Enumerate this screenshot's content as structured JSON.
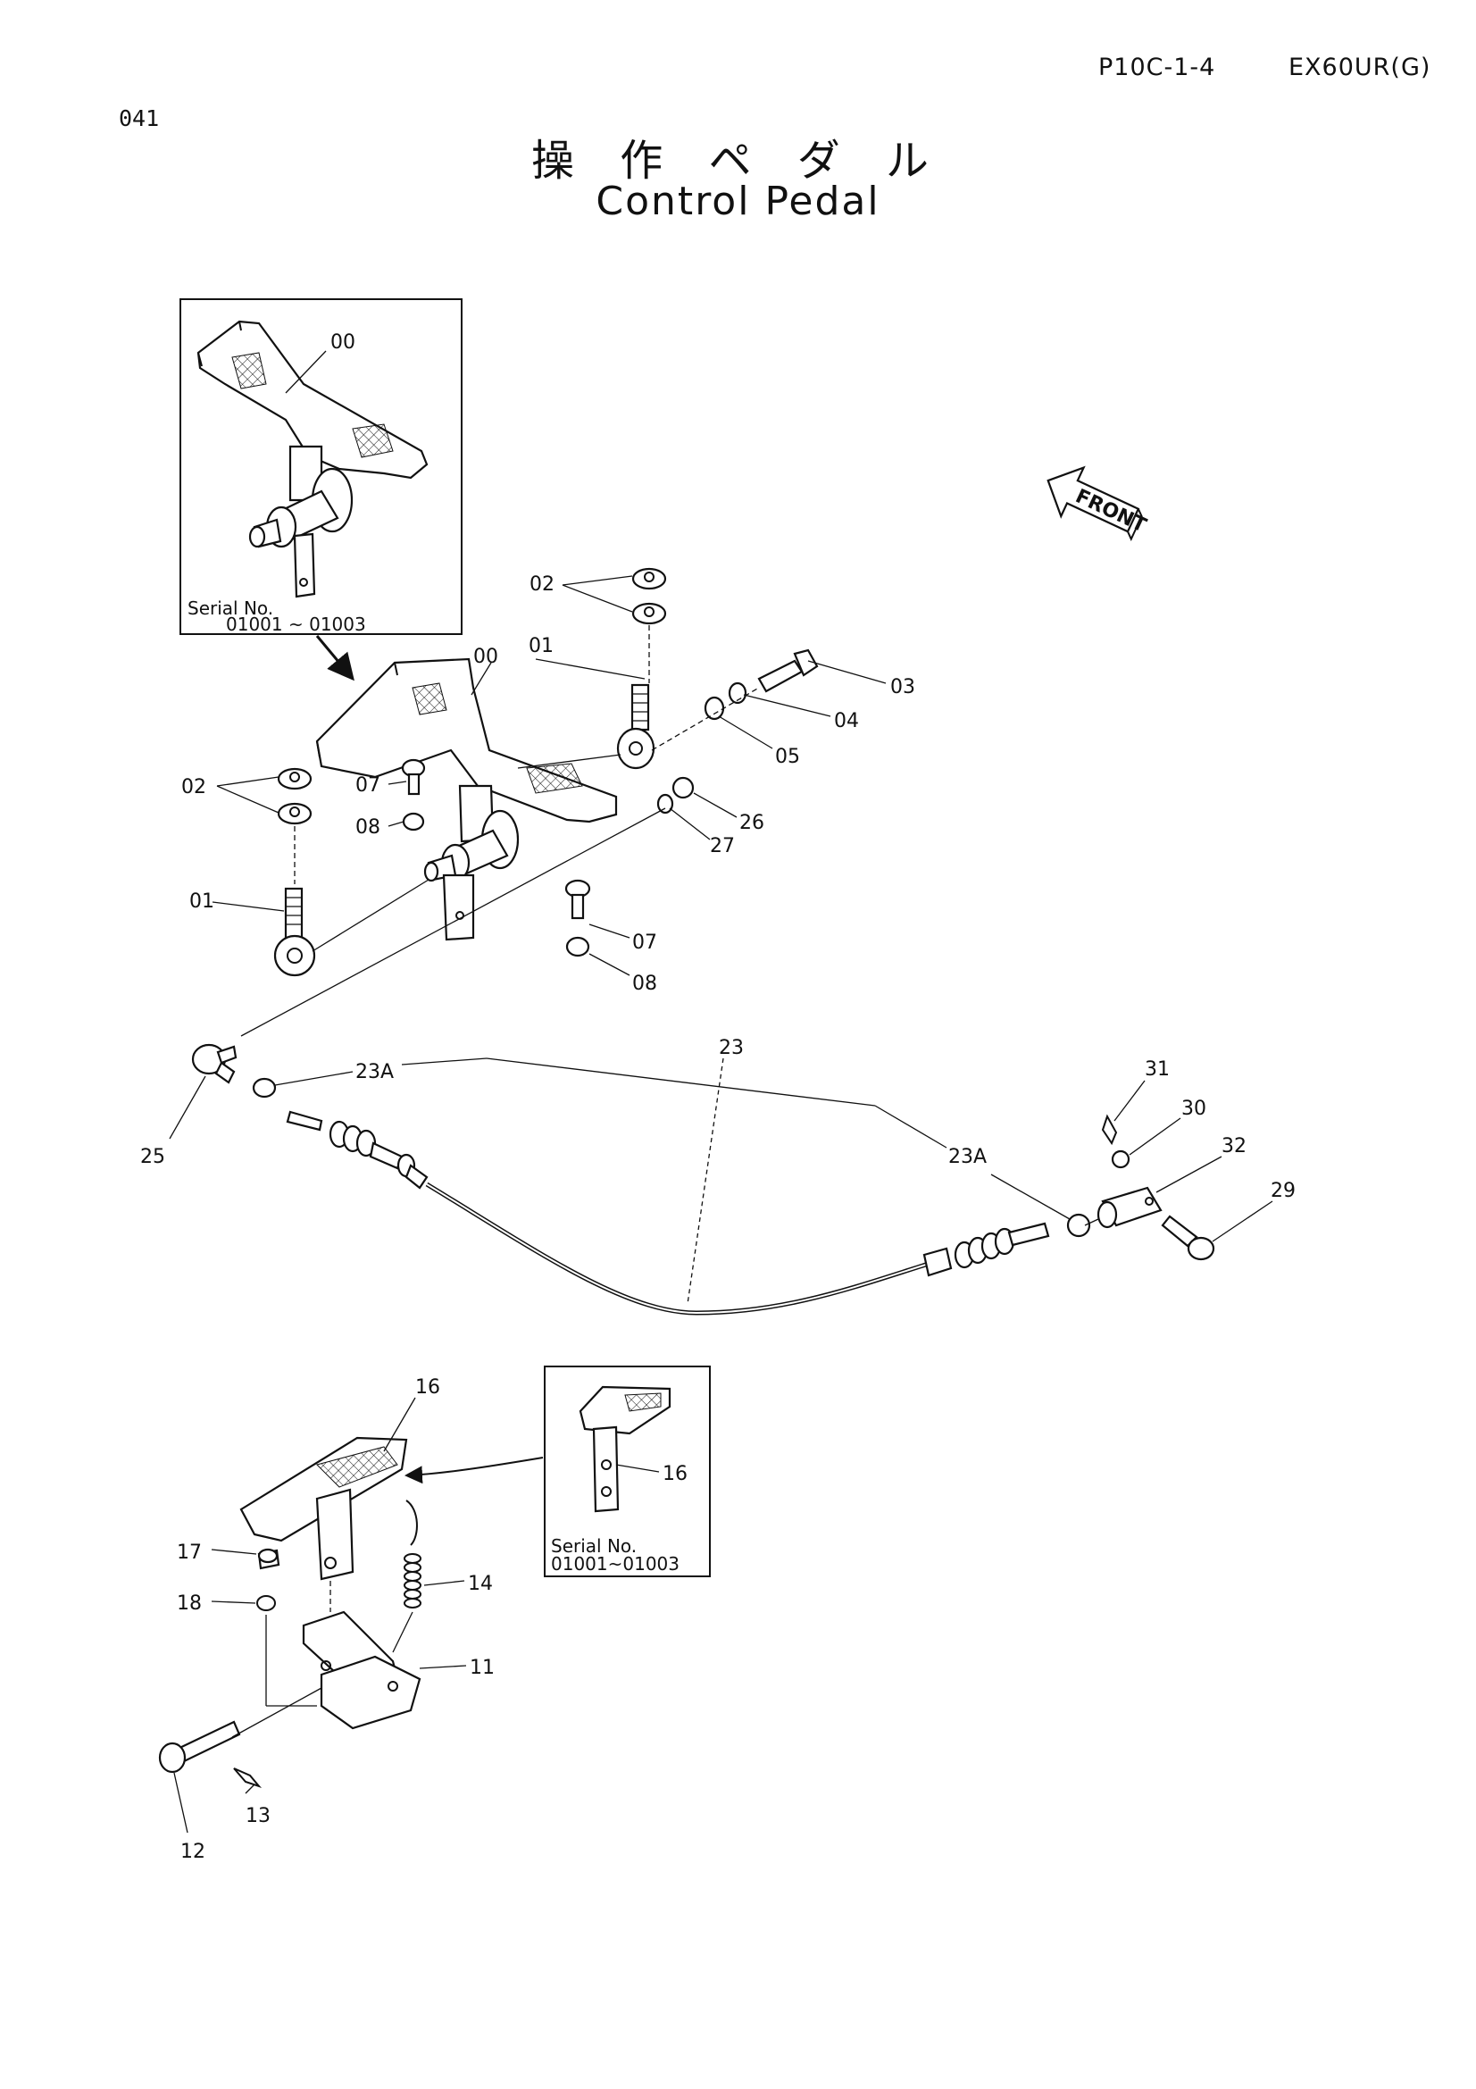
{
  "header": {
    "page_ref": "P10C-1-4",
    "model": "EX60UR(G)",
    "page_code": "041"
  },
  "title": {
    "japanese": "操 作 ペ ダ ル",
    "english": "Control Pedal"
  },
  "front_arrow_label": "FRONT",
  "insets": {
    "top": {
      "serial_label": "Serial No.",
      "serial_range": "01001 ~ 01003",
      "part": "00"
    },
    "bottom": {
      "serial_label": "Serial No.",
      "serial_range": "01001~01003",
      "part": "16"
    }
  },
  "callouts": {
    "p00": "00",
    "p01a": "01",
    "p01b": "01",
    "p02a": "02",
    "p02b": "02",
    "p03": "03",
    "p04": "04",
    "p05": "05",
    "p07a": "07",
    "p07b": "07",
    "p08a": "08",
    "p08b": "08",
    "p26": "26",
    "p27": "27",
    "p23": "23",
    "p23A_a": "23A",
    "p23A_b": "23A",
    "p25": "25",
    "p29": "29",
    "p30": "30",
    "p31": "31",
    "p32": "32",
    "p16": "16",
    "p17": "17",
    "p18": "18",
    "p14": "14",
    "p11": "11",
    "p12": "12",
    "p13": "13"
  }
}
